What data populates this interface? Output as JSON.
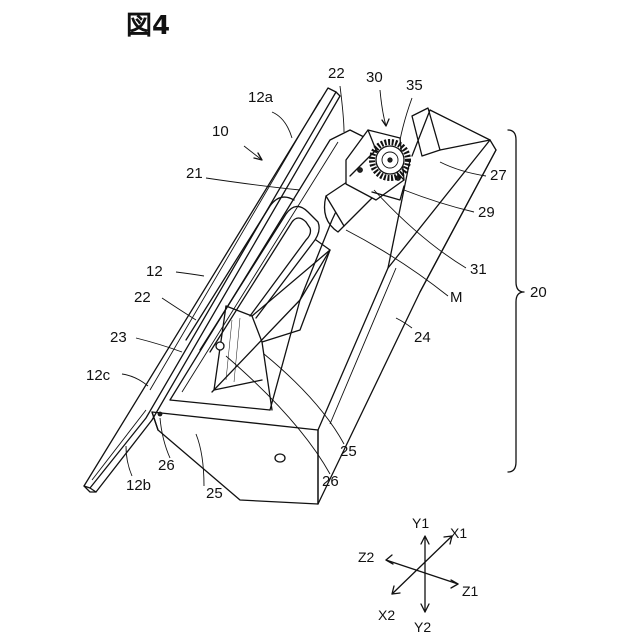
{
  "figure_title": "図4",
  "labels": {
    "l_12a": "12a",
    "l_10": "10",
    "l_22_top": "22",
    "l_30": "30",
    "l_35": "35",
    "l_21": "21",
    "l_27": "27",
    "l_29": "29",
    "l_31": "31",
    "l_12": "12",
    "l_M": "M",
    "l_20": "20",
    "l_22_left": "22",
    "l_24": "24",
    "l_23": "23",
    "l_12c": "12c",
    "l_25_right": "25",
    "l_26_left": "26",
    "l_12b": "12b",
    "l_25_bottom": "25",
    "l_26_bottom": "26"
  },
  "axes": {
    "y1": "Y1",
    "x1": "X1",
    "z2": "Z2",
    "z1": "Z1",
    "x2": "X2",
    "y2": "Y2"
  }
}
